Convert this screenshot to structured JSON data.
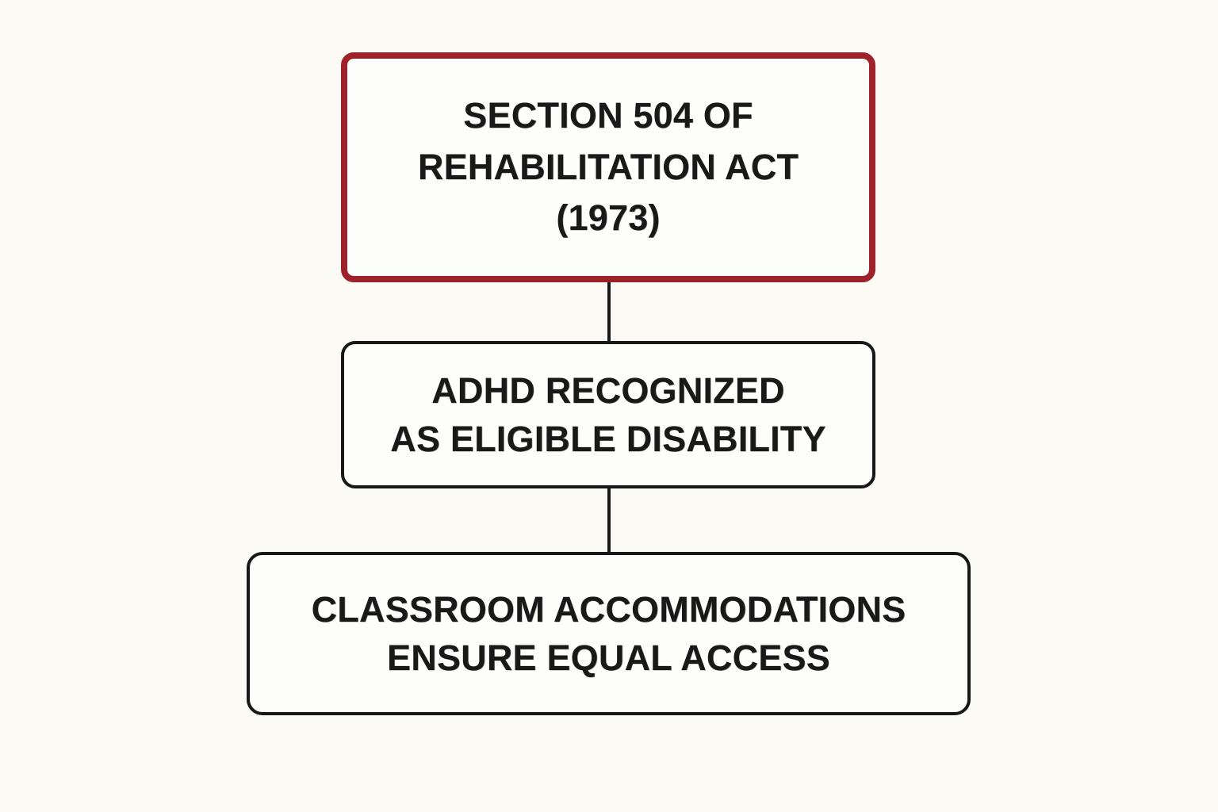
{
  "diagram": {
    "type": "flowchart",
    "orientation": "vertical-top-down",
    "background_color": "#FBFAF5",
    "node_fill_color": "#FDFDFB",
    "text_color": "#191919",
    "accent_color": "#9E2229",
    "default_border_color": "#17181A",
    "connector_color": "#17181A",
    "nodes": [
      {
        "id": "statute",
        "label": "SECTION 504 OF\nREHABILITATION ACT\n(1973)",
        "border_color": "#9E2229",
        "highlighted": true
      },
      {
        "id": "eligibility",
        "label": "ADHD RECOGNIZED\nAS ELIGIBLE DISABILITY",
        "border_color": "#17181A",
        "highlighted": false
      },
      {
        "id": "accommodations",
        "label": "CLASSROOM ACCOMMODATIONS\nENSURE EQUAL ACCESS",
        "border_color": "#17181A",
        "highlighted": false
      }
    ],
    "edges": [
      {
        "id": "edge-1",
        "from": "statute",
        "to": "eligibility",
        "style": "solid-line",
        "label": ""
      },
      {
        "id": "edge-2",
        "from": "eligibility",
        "to": "accommodations",
        "style": "solid-line",
        "label": ""
      }
    ]
  }
}
